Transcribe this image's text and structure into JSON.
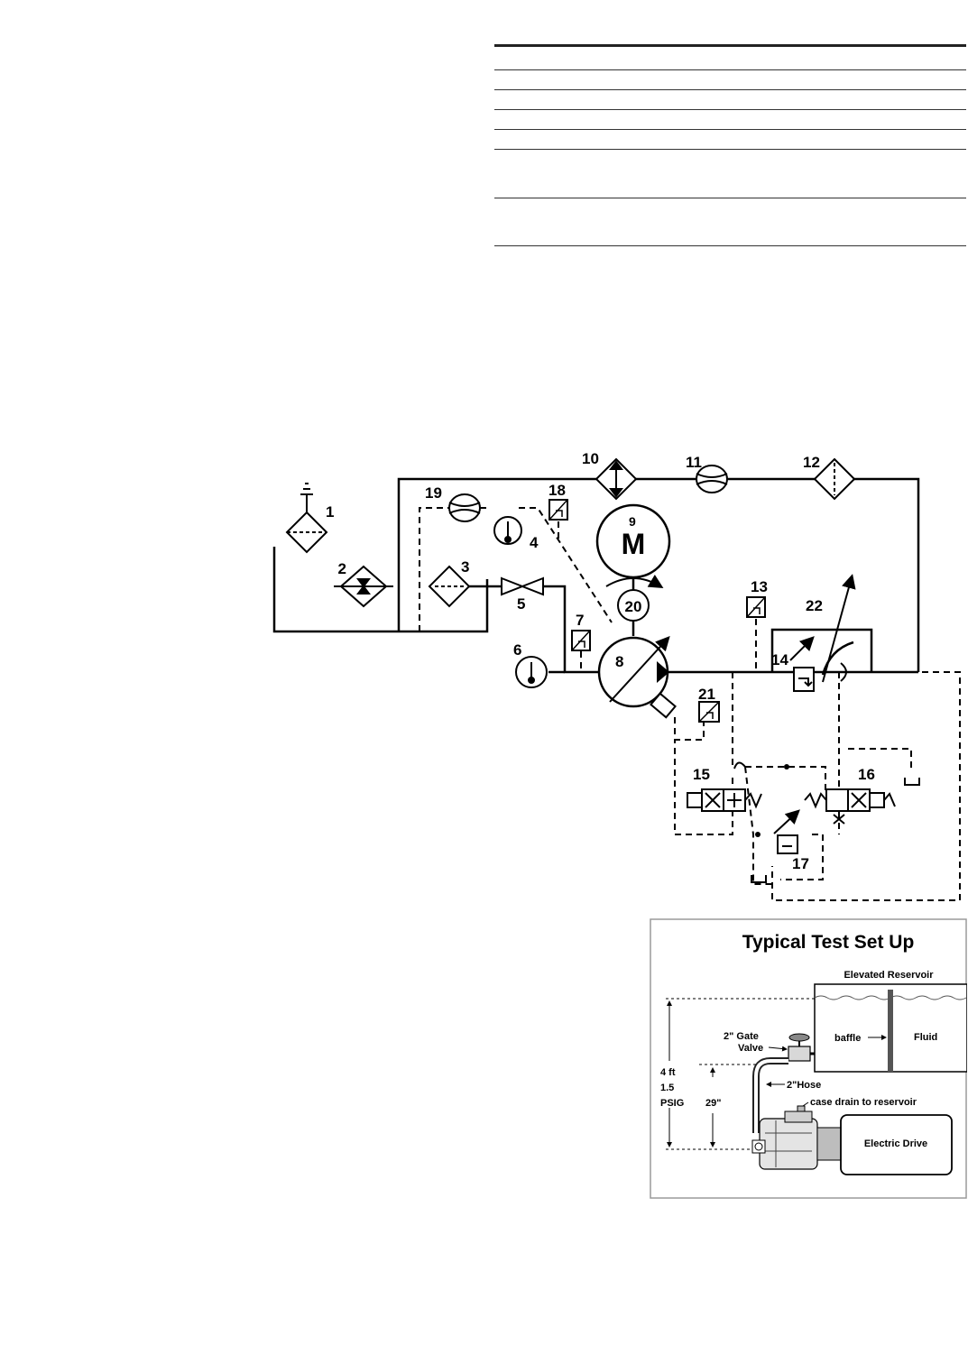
{
  "table_rules": {
    "row_count": 8
  },
  "schematic": {
    "component_numbers": [
      "1",
      "2",
      "3",
      "4",
      "5",
      "6",
      "7",
      "8",
      "9",
      "10",
      "11",
      "12",
      "13",
      "14",
      "15",
      "16",
      "17",
      "18",
      "19",
      "20",
      "21",
      "22"
    ],
    "motor_symbol": "M"
  },
  "setup_panel": {
    "title": "Typical Test Set Up",
    "elevated_reservoir": "Elevated Reservoir",
    "baffle": "baffle",
    "fluid": "Fluid",
    "gate_valve_line1": "2\" Gate",
    "gate_valve_line2": "Valve",
    "hose": "2\"Hose",
    "case_drain": "case drain to reservoir",
    "height_ft": "4 ft",
    "height_psi_value": "1.5",
    "height_psi_unit": "PSIG",
    "inlet_height": "29\"",
    "electric_drive": "Electric Drive"
  },
  "colors": {
    "line": "#000000",
    "panel_border": "#9a9a9a",
    "motor_body": "#555555"
  }
}
